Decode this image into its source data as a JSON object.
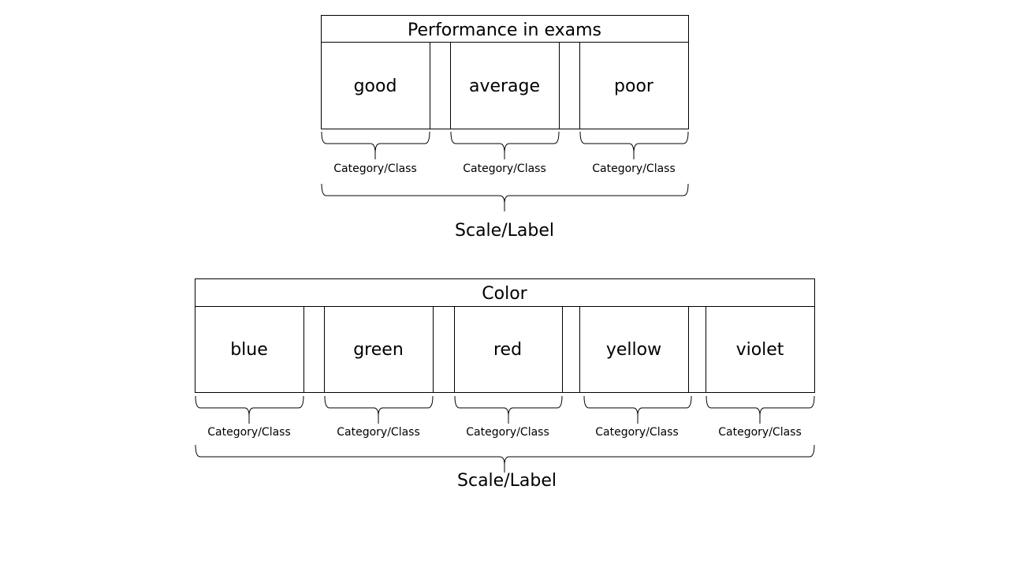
{
  "diagrams": [
    {
      "header": "Performance in exams",
      "categories": [
        "good",
        "average",
        "poor"
      ],
      "category_caption": "Category/Class",
      "scale_caption": "Scale/Label"
    },
    {
      "header": "Color",
      "categories": [
        "blue",
        "green",
        "red",
        "yellow",
        "violet"
      ],
      "category_caption": "Category/Class",
      "scale_caption": "Scale/Label"
    }
  ]
}
